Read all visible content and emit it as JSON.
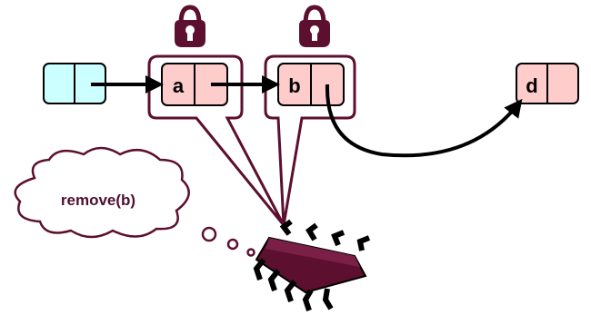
{
  "colors": {
    "head_fill": "#ccffff",
    "node_fill": "#ffcccc",
    "outline": "#000000",
    "accent": "#5c0f2e",
    "thought_text": "#4d0f32",
    "chip_body": "#5c0f2e",
    "chip_pin": "#000000"
  },
  "nodes": {
    "head": {
      "label": ""
    },
    "a": {
      "label": "a"
    },
    "b": {
      "label": "b"
    },
    "d": {
      "label": "d"
    }
  },
  "locks": [
    {
      "icon": "lock-icon",
      "target": "a"
    },
    {
      "icon": "lock-icon",
      "target": "b"
    }
  ],
  "thought": {
    "text": "remove(b)"
  },
  "processor": {
    "icon": "chip-icon"
  }
}
